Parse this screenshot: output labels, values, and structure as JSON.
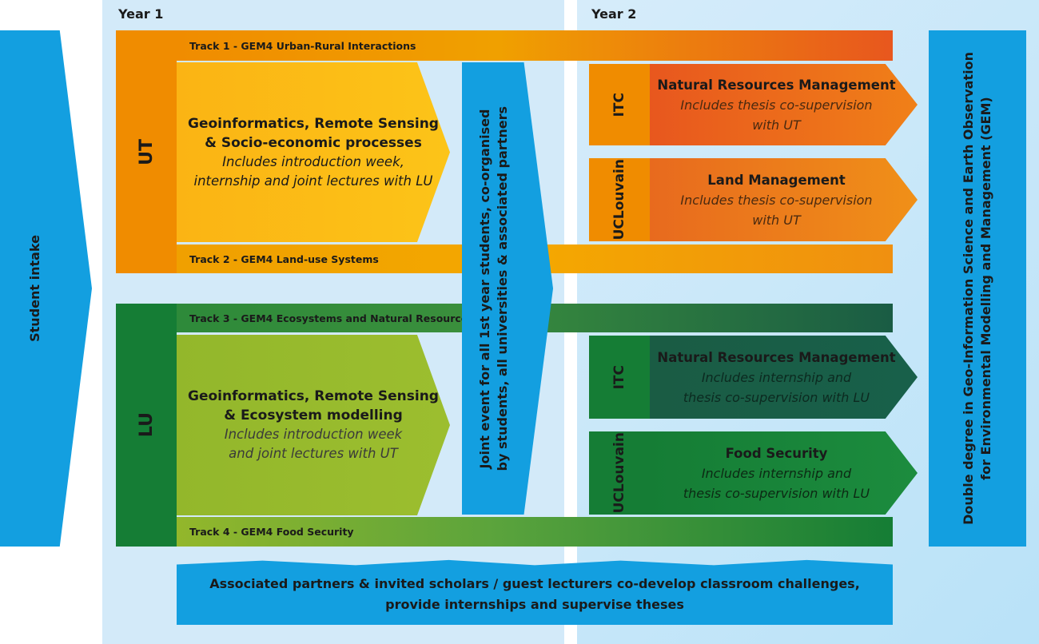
{
  "years": {
    "year1": "Year 1",
    "year2": "Year 2"
  },
  "intake": "Student intake",
  "universities": {
    "ut": "UT",
    "lu": "LU"
  },
  "tracks": {
    "t1": "Track 1 - GEM4 Urban-Rural Interactions",
    "t2": "Track 2 - GEM4 Land-use Systems",
    "t3": "Track 3 - GEM4 Ecosystems and Natural Resources",
    "t4": "Track 4 - GEM4 Food Security"
  },
  "ut_box": {
    "title_1": "Geoinformatics, Remote Sensing",
    "title_2": "& Socio-economic processes",
    "sub_1": "Includes introduction week,",
    "sub_2": "internship and joint lectures with LU"
  },
  "lu_box": {
    "title_1": "Geoinformatics, Remote Sensing",
    "title_2": "& Ecosystem modelling",
    "sub_1": "Includes introduction week",
    "sub_2": "and joint lectures with UT"
  },
  "joint_event": {
    "line_1": "Joint event for all 1st year students, co-organised",
    "line_2": "by students, all universities & associated partners"
  },
  "year2": {
    "p1": {
      "inst": "ITC",
      "title": "Natural Resources Management",
      "sub_1": "Includes thesis co-supervision",
      "sub_2": "with UT"
    },
    "p2": {
      "inst": "UCLouvain",
      "title": "Land Management",
      "sub_1": "Includes thesis co-supervision",
      "sub_2": "with UT"
    },
    "p3": {
      "inst": "ITC",
      "title": "Natural Resources Management",
      "sub_1": "Includes internship and",
      "sub_2": "thesis co-supervision with LU"
    },
    "p4": {
      "inst": "UCLouvain",
      "title": "Food Security",
      "sub_1": "Includes internship and",
      "sub_2": "thesis co-supervision with LU"
    }
  },
  "degree": {
    "line_1": "Double degree in Geo-Information Science and Earth Observation",
    "line_2": "for Environmental Modelling and Management (GEM)"
  },
  "partners": {
    "line_1": "Associated partners & invited scholars / guest lecturers co-develop classroom challenges,",
    "line_2": "provide internships and supervise theses"
  },
  "colors": {
    "blue": "#139fe0",
    "year_bg": "#d3eaf9",
    "orange": "#f08c00",
    "yellow": "#fbbf14",
    "red_orange": "#e8571e",
    "dark_green": "#157d35",
    "light_green": "#93b72b",
    "teal": "#1a5c44"
  }
}
